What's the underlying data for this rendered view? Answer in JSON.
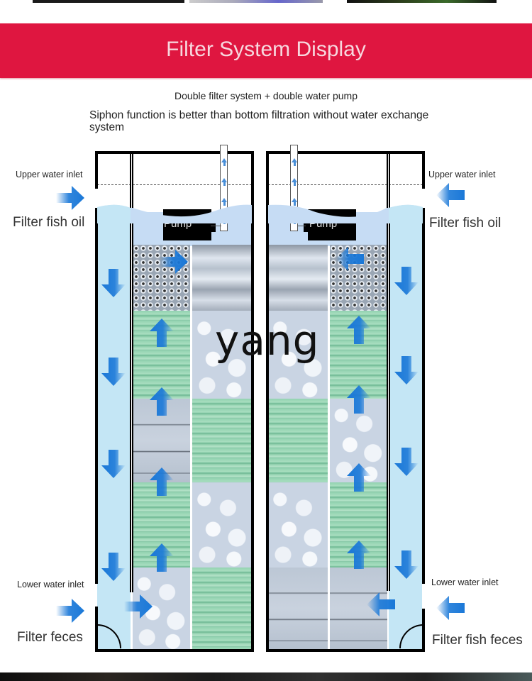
{
  "banner": {
    "title": "Filter System Display",
    "color": "#df1640"
  },
  "subtitle": "Double filter system + double water pump",
  "description": "Siphon function is better than bottom filtration without water exchange system",
  "watermark": "yang",
  "left_tank": {
    "upper_inlet_label": "Upper water inlet",
    "upper_function_label": "Filter fish oil",
    "lower_inlet_label": "Lower water inlet",
    "lower_function_label": "Filter feces",
    "pump_label": "Pump",
    "media_columns": [
      [
        "dotted-sponge",
        "green-floss",
        "white-cotton",
        "green-floss",
        "ceramic-rings"
      ],
      [
        "foam-sponge",
        "ceramic-rings",
        "green-floss",
        "ceramic-rings",
        "green-floss"
      ]
    ]
  },
  "right_tank": {
    "upper_inlet_label": "Upper water inlet",
    "upper_function_label": "Filter fish oil",
    "lower_inlet_label": "Lower water inlet",
    "lower_function_label": "Filter fish feces",
    "pump_label": "Pump",
    "media_columns": [
      [
        "foam-sponge",
        "ceramic-rings",
        "green-floss",
        "ceramic-rings",
        "white-cotton"
      ],
      [
        "dotted-sponge",
        "green-floss",
        "ceramic-rings",
        "green-floss",
        "white-cotton"
      ]
    ]
  },
  "colors": {
    "flow_arrow": "#1a78d8",
    "channel_water": "#c4e6f5",
    "chamber_water": "#c6dcf4"
  }
}
